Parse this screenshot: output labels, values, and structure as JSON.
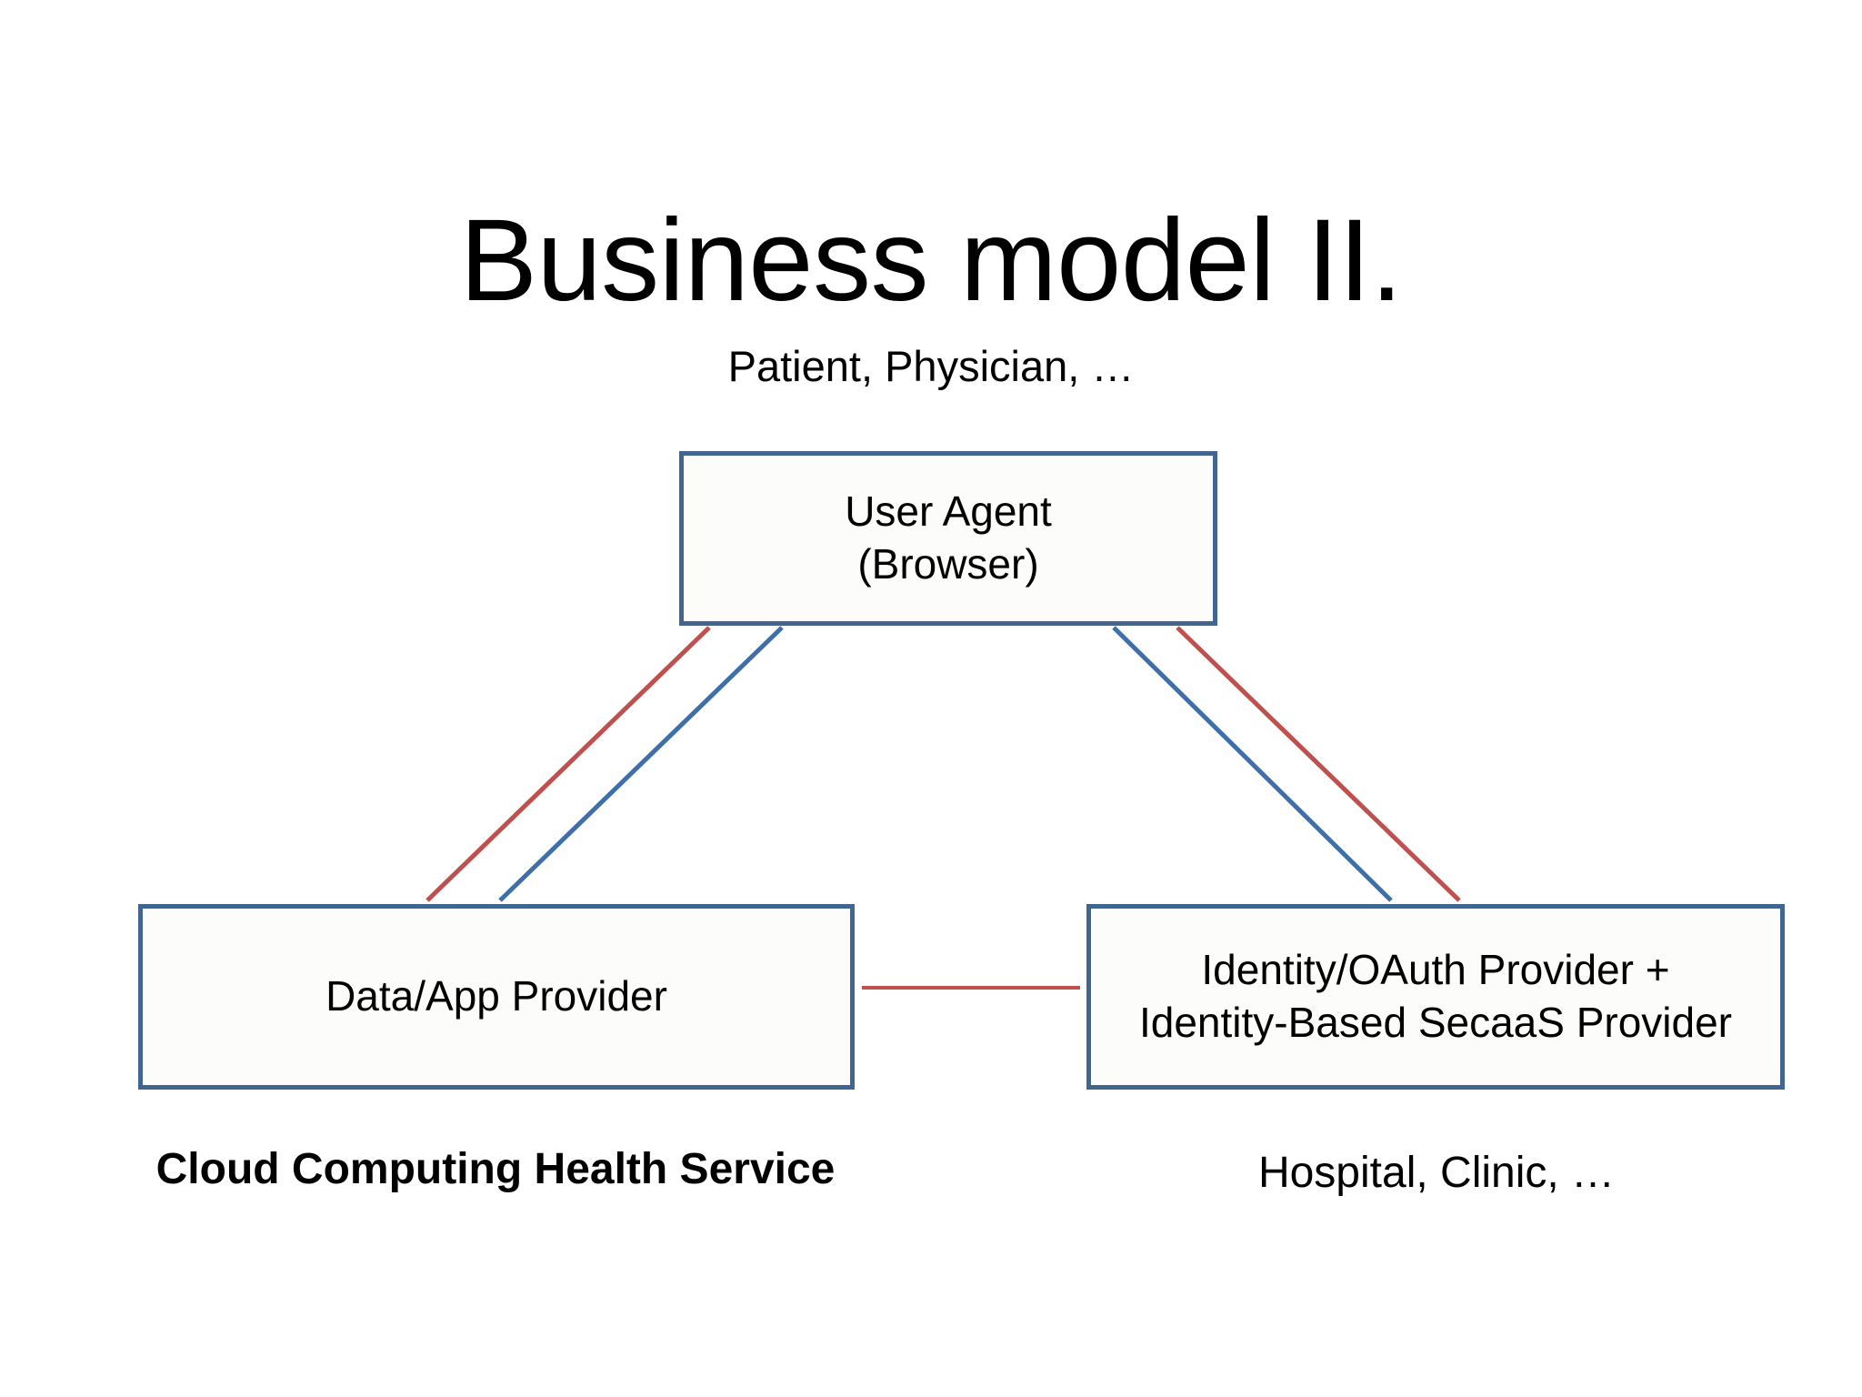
{
  "slide": {
    "title": "Business model II.",
    "background_color": "#ffffff"
  },
  "theme": {
    "box_border_color": "#3f6590",
    "box_fill_color": "#fcfdfb",
    "arrow_red": "#c0504d",
    "arrow_blue": "#3f6fa8",
    "text_color": "#000000"
  },
  "captions": {
    "top": "Patient, Physician, …",
    "bottom_left": "Cloud Computing Health Service",
    "bottom_right": "Hospital, Clinic, …"
  },
  "nodes": [
    {
      "id": "user-agent",
      "label": "User Agent\n(Browser)",
      "line1": "User Agent",
      "line2": "(Browser)"
    },
    {
      "id": "data-app-provider",
      "label": "Data/App Provider",
      "line1": "Data/App Provider",
      "line2": ""
    },
    {
      "id": "identity-oauth-secaas-provider",
      "label": "Identity/OAuth Provider +\nIdentity-Based SecaaS Provider",
      "line1": "Identity/OAuth Provider +",
      "line2": "Identity-Based SecaaS Provider"
    }
  ],
  "edges": [
    {
      "id": "edge-useragent-dataapp-red",
      "from": "data-app-provider",
      "to": "user-agent",
      "color": "#c0504d",
      "arrowheads": "both"
    },
    {
      "id": "edge-useragent-dataapp-blue",
      "from": "data-app-provider",
      "to": "user-agent",
      "color": "#3f6fa8",
      "arrowheads": "both"
    },
    {
      "id": "edge-useragent-identity-blue",
      "from": "user-agent",
      "to": "identity-oauth-secaas-provider",
      "color": "#3f6fa8",
      "arrowheads": "both"
    },
    {
      "id": "edge-useragent-identity-red",
      "from": "user-agent",
      "to": "identity-oauth-secaas-provider",
      "color": "#c0504d",
      "arrowheads": "both"
    },
    {
      "id": "edge-dataapp-identity-red",
      "from": "data-app-provider",
      "to": "identity-oauth-secaas-provider",
      "color": "#c0504d",
      "arrowheads": "both"
    }
  ]
}
